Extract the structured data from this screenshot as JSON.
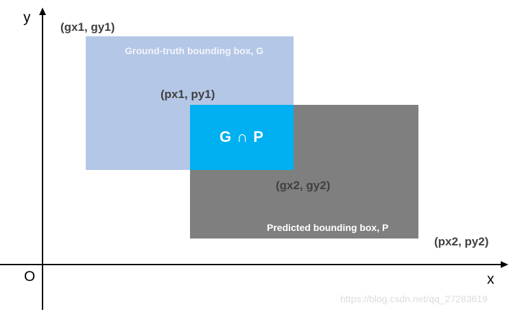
{
  "axes": {
    "y_label": "y",
    "x_label": "x",
    "origin_label": "O"
  },
  "boxes": {
    "ground_truth": {
      "label": "Ground-truth bounding box, G",
      "color": "#b4c7e7"
    },
    "predicted": {
      "label": "Predicted bounding box, P",
      "color": "#7f7f7f"
    },
    "intersection": {
      "label": "G ∩ P",
      "color": "#00b0f0"
    }
  },
  "points": {
    "g1": "(gx1, gy1)",
    "p1": "(px1, py1)",
    "g2": "(gx2, gy2)",
    "p2": "(px2, py2)"
  },
  "watermark": "https://blog.csdn.net/qq_27283619"
}
